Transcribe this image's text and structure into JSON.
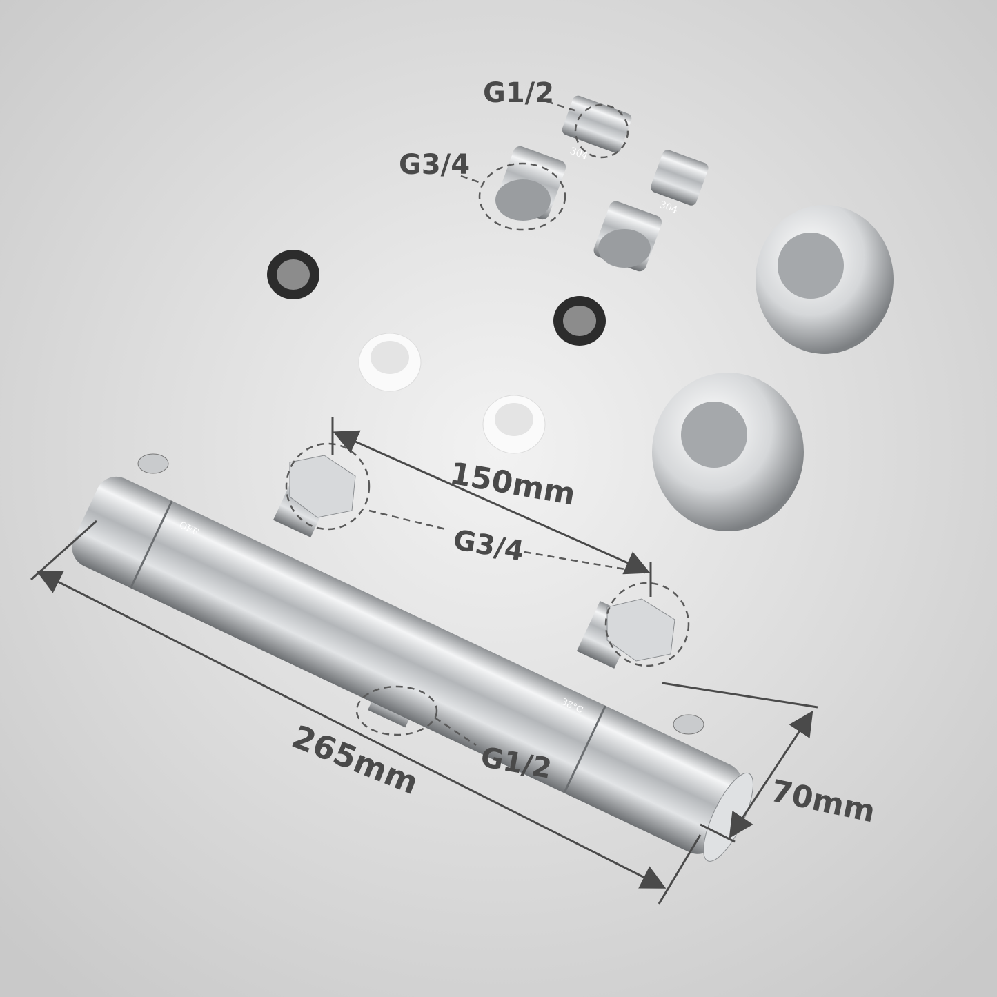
{
  "labels": {
    "top_fitting_small_thread": "G1/2",
    "top_fitting_large_thread": "G3/4",
    "fitting_stamp_1": "304",
    "fitting_stamp_2": "304",
    "inlet_spacing": "150mm",
    "inlet_thread": "G3/4",
    "outlet_thread": "G1/2",
    "total_length": "265mm",
    "height": "70mm",
    "left_knob_mark": "OFF",
    "right_knob_mark": "38°C"
  },
  "colors": {
    "background": "#d9d9d9",
    "annotation": "#4a4a4a",
    "chrome": "#c8cacc"
  }
}
